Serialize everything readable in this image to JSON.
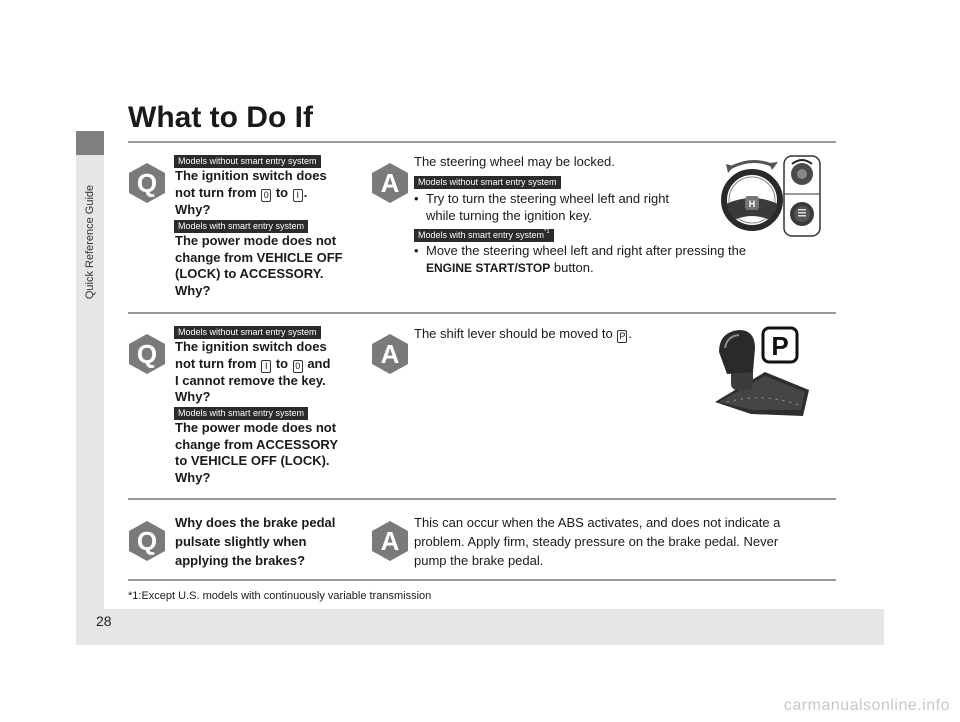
{
  "sidebar": {
    "label": "Quick Reference Guide"
  },
  "page": {
    "number": "28",
    "title": "What to Do If"
  },
  "colors": {
    "badge": "#7a7a7a",
    "tag": "#2b2b2b",
    "rule": "#9a9a9a",
    "band": "#e6e6e6"
  },
  "icons": {
    "question": "Q",
    "answer": "A"
  },
  "sections": [
    {
      "question_tags": [
        "Models without smart entry system",
        "Models with smart entry system"
      ],
      "question_1": {
        "line1": "The ignition switch does",
        "line2_pre": "not turn from ",
        "key_a": "0",
        "line2_mid": " to ",
        "key_b": "I",
        "line2_post": ".",
        "line3": "Why?"
      },
      "question_2": [
        "The power mode does not",
        "change from VEHICLE OFF",
        "(LOCK) to ACCESSORY.",
        "Why?"
      ],
      "answer_intro": "The steering wheel may be locked.",
      "answer_tags": [
        "Models without smart entry system",
        "Models with smart entry system",
        "*1"
      ],
      "bullet_1": [
        "Try to turn the steering wheel left and right",
        "while turning the ignition key."
      ],
      "bullet_2": {
        "line1": "Move the steering wheel left and right after pressing the",
        "strong": "ENGINE START/STOP",
        "rest": " button."
      }
    },
    {
      "question_tags": [
        "Models without smart entry system",
        "Models with smart entry system"
      ],
      "question_1": {
        "line1": "The ignition switch does",
        "line2_pre": "not turn from ",
        "key_a": "I",
        "line2_mid": " to ",
        "key_b": "0",
        "line2_post": " and",
        "line3": "I cannot remove the key.",
        "line4": "Why?"
      },
      "question_2": [
        "The power mode does not",
        "change from ACCESSORY",
        "to VEHICLE OFF (LOCK).",
        "Why?"
      ],
      "answer_pre": "The shift lever should be moved to ",
      "answer_key": "P",
      "answer_post": ".",
      "shift_label": "P"
    },
    {
      "question": [
        "Why does the brake pedal",
        "pulsate slightly when",
        "applying the brakes?"
      ],
      "answer": [
        "This can occur when the ABS activates, and does not indicate a",
        "problem. Apply firm, steady pressure on the brake pedal. Never",
        "pump the brake pedal."
      ]
    }
  ],
  "footnote": "*1:Except U.S. models with continuously variable transmission",
  "watermark": "carmanualsonline.info"
}
